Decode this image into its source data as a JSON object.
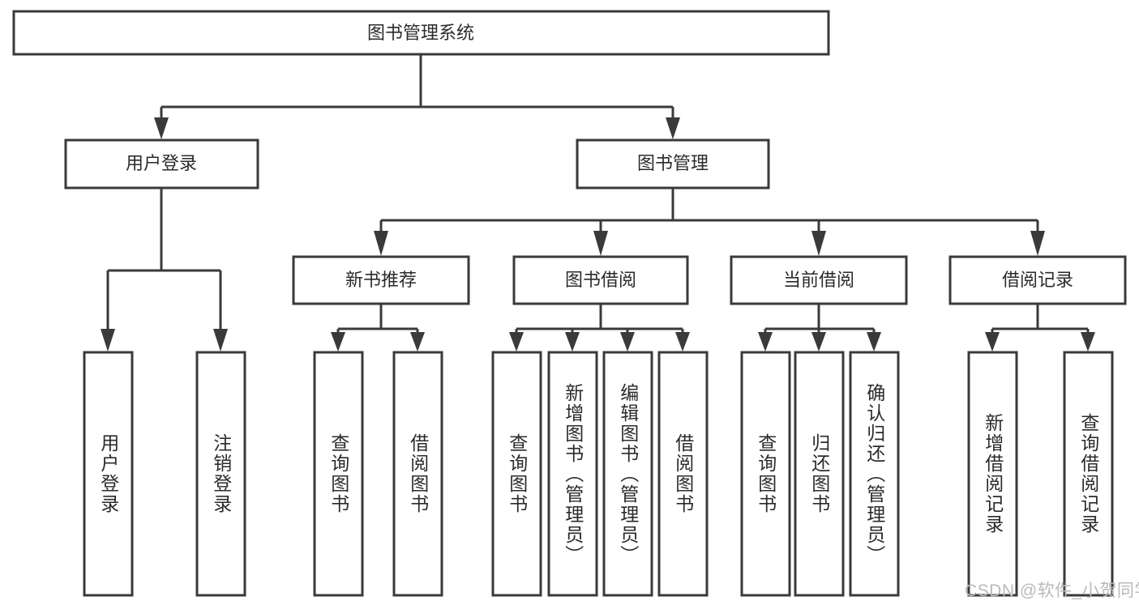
{
  "diagram": {
    "type": "tree-hierarchy",
    "title": "图书管理系统",
    "stroke_color": "#3a3a3a",
    "fill_color": "#ffffff",
    "text_color": "#2b2b2b",
    "root": {
      "label": "图书管理系统"
    },
    "level2": [
      {
        "label": "用户登录"
      },
      {
        "label": "图书管理"
      }
    ],
    "level3": [
      {
        "label": "新书推荐"
      },
      {
        "label": "图书借阅"
      },
      {
        "label": "当前借阅"
      },
      {
        "label": "借阅记录"
      }
    ],
    "leaves": {
      "user_login": [
        {
          "label": "用户登录"
        },
        {
          "label": "注销登录"
        }
      ],
      "new_book_recommend": [
        {
          "label": "查询图书"
        },
        {
          "label": "借阅图书"
        }
      ],
      "book_borrow": [
        {
          "label": "查询图书"
        },
        {
          "label": "新增图书（管理员）"
        },
        {
          "label": "编辑图书（管理员）"
        },
        {
          "label": "借阅图书"
        }
      ],
      "current_borrow": [
        {
          "label": "查询图书"
        },
        {
          "label": "归还图书"
        },
        {
          "label": "确认归还（管理员）"
        }
      ],
      "borrow_record": [
        {
          "label": "新增借阅记录"
        },
        {
          "label": "查询借阅记录"
        }
      ]
    },
    "watermark": "CSDN @软件_小贺同学"
  }
}
